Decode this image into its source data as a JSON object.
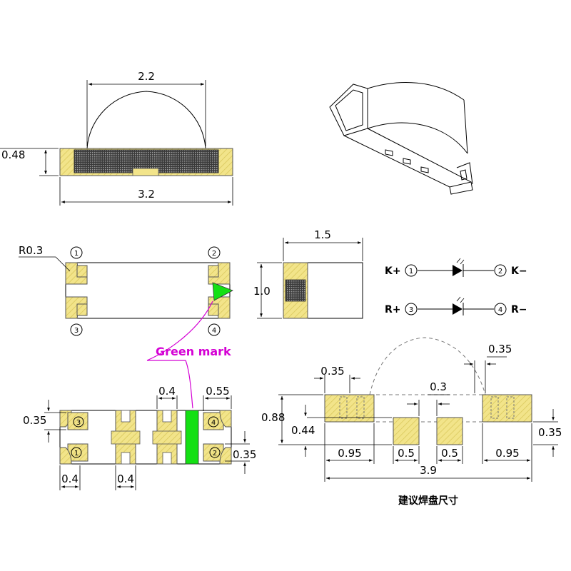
{
  "side_view": {
    "width_top": "2.2",
    "height": "0.48",
    "length": "3.2"
  },
  "top_view": {
    "radius": "R0.3",
    "pins": [
      "1",
      "2",
      "3",
      "4"
    ],
    "green_mark": "Green mark"
  },
  "end_view": {
    "width": "1.5",
    "height": "1.0"
  },
  "circuit": {
    "row1": {
      "left": "K+",
      "pin_a": "1",
      "pin_b": "2",
      "right": "K−"
    },
    "row2": {
      "left": "R+",
      "pin_a": "3",
      "pin_b": "4",
      "right": "R−"
    }
  },
  "bottom_view": {
    "pad_w": "0.4",
    "gap": "0.55",
    "pad_h_left": "0.35",
    "pad_h_right": "0.35",
    "pad_w_bl": "0.4",
    "pad_w_bm": "0.4",
    "pins": [
      "3",
      "4",
      "1",
      "2"
    ]
  },
  "footprint": {
    "top_left": "0.35",
    "top_right": "0.35",
    "center_gap": "0.3",
    "height_outer": "0.88",
    "height_inner": "0.44",
    "right_h": "0.35",
    "w1": "0.95",
    "w2": "0.5",
    "w3": "0.5",
    "w4": "0.95",
    "total": "3.9",
    "caption": "建议焊盘尺寸"
  },
  "colors": {
    "pad": "#f2e48a",
    "green": "#14e014",
    "mark": "#d400d4"
  }
}
